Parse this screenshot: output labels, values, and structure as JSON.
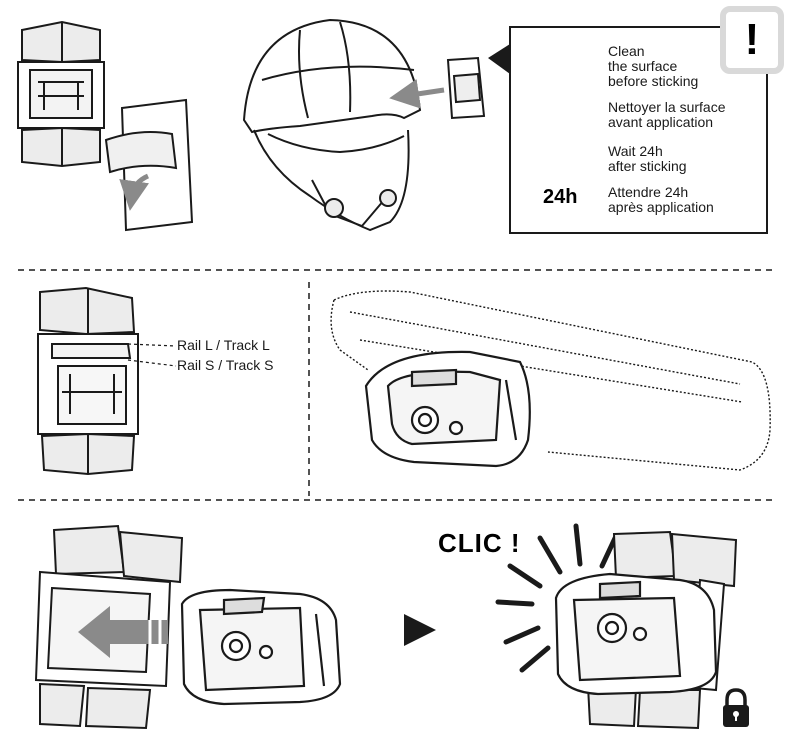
{
  "warning_symbol": "!",
  "info": {
    "clean_en": "Clean\nthe surface\nbefore sticking",
    "clean_fr": "Nettoyer la surface\navant application",
    "wait_en": "Wait 24h\nafter sticking",
    "wait_fr": "Attendre 24h\naprès application",
    "hours_label": "24h"
  },
  "rail_labels": {
    "large": "Rail L / Track L",
    "small": "Rail S / Track S"
  },
  "clic_label": "CLIC !",
  "icons": [
    "wipe-cloth-icon",
    "clock-icon",
    "arrow-right-icon",
    "padlock-icon",
    "warning-icon"
  ],
  "colors": {
    "ink": "#1a1a1a",
    "arrow_grey": "#8a8a8a",
    "warning_frame": "#d9d9d9"
  }
}
